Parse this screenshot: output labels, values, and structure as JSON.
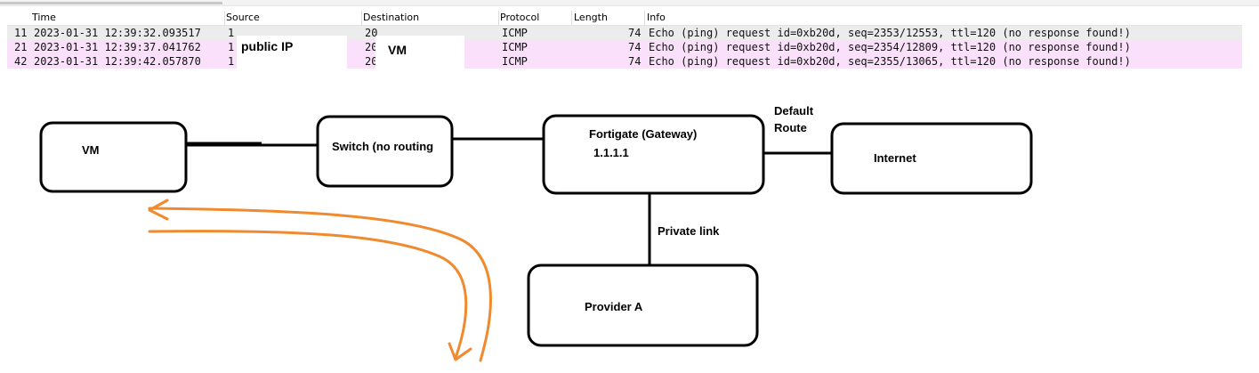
{
  "table": {
    "headers": [
      "Time",
      "Source",
      "Destination",
      "Protocol",
      "Length",
      "Info"
    ],
    "rows": [
      {
        "no": "11",
        "time": "2023-01-31 12:39:32.093517",
        "source": "1",
        "destination": "20",
        "protocol": "ICMP",
        "length": "74",
        "info": "Echo (ping) request  id=0xb20d, seq=2353/12553, ttl=120 (no response found!)"
      },
      {
        "no": "21",
        "time": "2023-01-31 12:39:37.041762",
        "source": "1",
        "destination": "20",
        "protocol": "ICMP",
        "length": "74",
        "info": "Echo (ping) request  id=0xb20d, seq=2354/12809, ttl=120 (no response found!)"
      },
      {
        "no": "42",
        "time": "2023-01-31 12:39:42.057870",
        "source": "1",
        "destination": "20",
        "protocol": "ICMP",
        "length": "74",
        "info": "Echo (ping) request  id=0xb20d, seq=2355/13065, ttl=120 (no response found!)"
      }
    ],
    "source_annotation": "public IP",
    "destination_annotation": "VM"
  },
  "diagram": {
    "nodes": {
      "vm": "VM",
      "switch": "Switch (no routing",
      "fortigate": "Fortigate (Gateway)",
      "fortigate_ip": "1.1.1.1",
      "internet": "Internet",
      "provider": "Provider A"
    },
    "edge_labels": {
      "default_route_1": "Default",
      "default_route_2": "Route",
      "private_link": "Private link"
    },
    "arrow_color": "#f08a2e"
  }
}
